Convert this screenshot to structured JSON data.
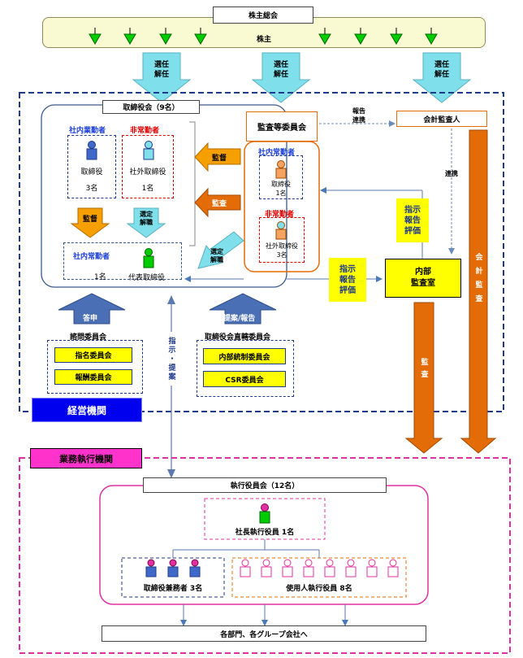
{
  "shareholders": {
    "meeting_label": "株主総会",
    "shareholders_label": "株主"
  },
  "appoint_arrows": [
    "選任\n解任",
    "選任\n解任",
    "選任\n解任"
  ],
  "board": {
    "title": "取締役会（9名）",
    "internal_header": "社内業勤者",
    "external_header": "非常勤者",
    "director_label": "取締役",
    "director_count": "3名",
    "outside_director_label": "社外取締役",
    "outside_director_count": "1名",
    "rep_header": "社内常勤者",
    "rep_count": "1名",
    "rep_label": "代表取締役",
    "supervise_label": "監督",
    "select_dismiss_label": "選定\n解職"
  },
  "audit_committee": {
    "title": "監査等委員会",
    "internal_header": "社内常勤者",
    "internal_label": "取締役\n1名",
    "external_header": "非常勤者",
    "external_label": "社外取締役\n3名",
    "supervise_arrow": "監督",
    "audit_arrow": "監査",
    "select_dismiss_arrow": "選定\n解職"
  },
  "accounting_auditor": {
    "title": "会計監査人",
    "report_link": "報告\n連携",
    "link": "連携",
    "accounting_audit": "会計監査"
  },
  "internal_audit": {
    "title": "内部\n監査室",
    "instruct_report_eval": "指示\n報告\n評価",
    "instruct_report_eval_2": "指示\n報告\n評価",
    "audit": "監査"
  },
  "advisory": {
    "arrow": "答申",
    "title": "諮問委員会",
    "items": [
      "指名委員会",
      "報酬委員会"
    ]
  },
  "board_direct": {
    "arrow": "提案/報告",
    "title": "取締役会直轄委員会",
    "items": [
      "内部統制委員会",
      "CSR委員会"
    ]
  },
  "vertical_label": "指示・提案",
  "management_org": "経営機関",
  "execution_org": "業務執行機関",
  "exec_committee": {
    "title": "執行役員会（12名）",
    "president": "社長執行役員 1名",
    "director_officers": "取締役兼務者 3名",
    "employee_officers": "使用人執行役員 8名"
  },
  "to_departments": "各部門、各グループ会社へ",
  "colors": {
    "yellow_box": "#ffff00",
    "shareholder_band": "#fafad2",
    "navy_border": "#1f3a8a",
    "pink": "#e0309f",
    "orange": "#e36c09",
    "light_blue_arrow": "#7fe0ec",
    "green_person": "#00cc00",
    "blue_person": "#3f68c8",
    "orange_person": "#f4a460",
    "pink_person": "#ff66cc"
  }
}
